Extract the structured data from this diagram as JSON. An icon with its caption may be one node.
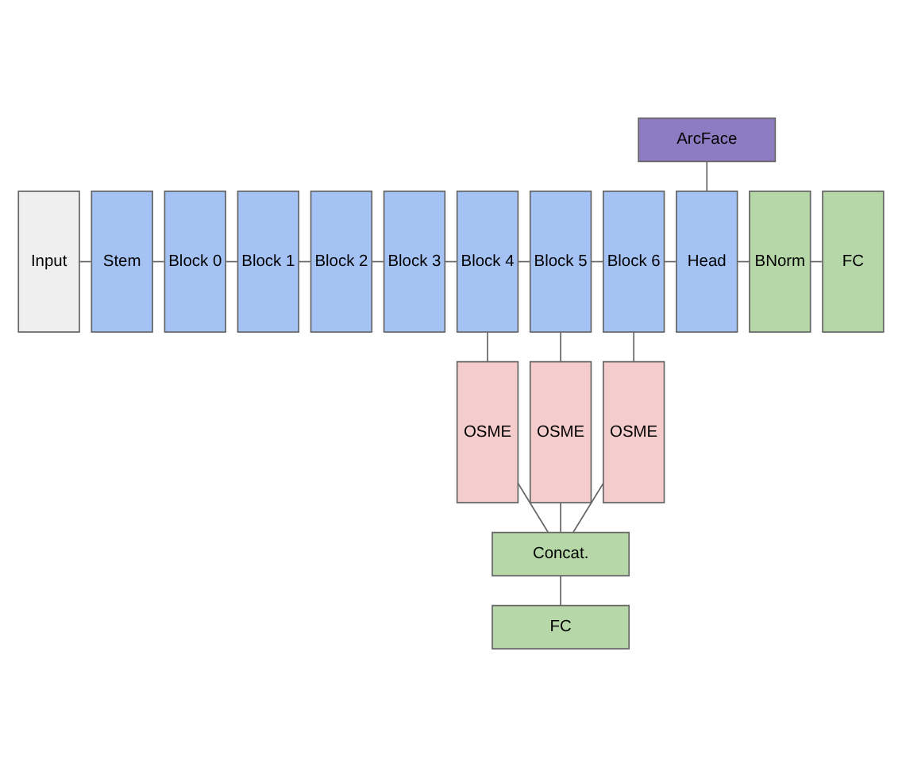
{
  "diagram": {
    "nodes": [
      {
        "text": [
          "ArcFace"
        ]
      },
      {
        "text": [
          "Input"
        ]
      },
      {
        "text": [
          "Stem"
        ]
      },
      {
        "text": [
          "Block 0"
        ]
      },
      {
        "text": [
          "Block 1"
        ]
      },
      {
        "text": [
          "Block 2"
        ]
      },
      {
        "text": [
          "Block 3"
        ]
      },
      {
        "text": [
          "Block 4"
        ]
      },
      {
        "text": [
          "Block 5"
        ]
      },
      {
        "text": [
          "Block 6"
        ]
      },
      {
        "text": [
          "Head"
        ]
      },
      {
        "text": [
          "BNorm"
        ]
      },
      {
        "text": [
          "FC"
        ]
      },
      {
        "text": [
          "OSME"
        ]
      },
      {
        "text": [
          "OSME"
        ]
      },
      {
        "text": [
          "OSME"
        ]
      },
      {
        "text": [
          "Concat."
        ]
      },
      {
        "text": [
          "FC"
        ]
      }
    ],
    "edges": [
      {
        "from": 1,
        "to": 2,
        "arrow": "none"
      },
      {
        "from": 2,
        "to": 3,
        "arrow": "none"
      },
      {
        "from": 3,
        "to": 4,
        "arrow": "none"
      },
      {
        "from": 4,
        "to": 5,
        "arrow": "none"
      },
      {
        "from": 5,
        "to": 6,
        "arrow": "none"
      },
      {
        "from": 6,
        "to": 7,
        "arrow": "none"
      },
      {
        "from": 7,
        "to": 8,
        "arrow": "none"
      },
      {
        "from": 8,
        "to": 9,
        "arrow": "none"
      },
      {
        "from": 9,
        "to": 10,
        "arrow": "none"
      },
      {
        "from": 10,
        "to": 11,
        "arrow": "none"
      },
      {
        "from": 11,
        "to": 12,
        "arrow": "none"
      },
      {
        "from": 0,
        "to": 10,
        "arrow": "none"
      },
      {
        "from": 7,
        "to": 13,
        "arrow": "none"
      },
      {
        "from": 8,
        "to": 14,
        "arrow": "none"
      },
      {
        "from": 9,
        "to": 15,
        "arrow": "none"
      },
      {
        "from": 13,
        "to": 16,
        "arrow": "none"
      },
      {
        "from": 14,
        "to": 16,
        "arrow": "none"
      },
      {
        "from": 15,
        "to": 16,
        "arrow": "none"
      },
      {
        "from": 16,
        "to": 17,
        "arrow": "none"
      }
    ]
  }
}
